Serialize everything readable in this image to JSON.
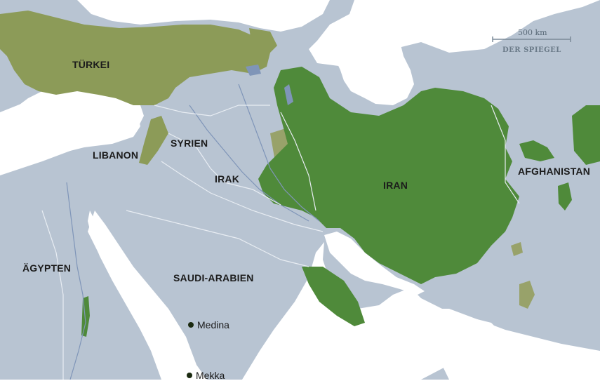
{
  "map": {
    "countries": [
      {
        "id": "tuerkei",
        "label": "TÜRKEI"
      },
      {
        "id": "syrien",
        "label": "SYRIEN"
      },
      {
        "id": "libanon",
        "label": "LIBANON"
      },
      {
        "id": "irak",
        "label": "IRAK"
      },
      {
        "id": "iran",
        "label": "IRAN"
      },
      {
        "id": "afghanistan",
        "label": "AFGHANISTAN"
      },
      {
        "id": "aegypten",
        "label": "ÄGYPTEN"
      },
      {
        "id": "saudi-arabien",
        "label": "SAUDI-ARABIEN"
      }
    ],
    "cities": [
      {
        "id": "medina",
        "label": "Medina"
      },
      {
        "id": "mekka",
        "label": "Mekka"
      }
    ],
    "scale_label": "500 km",
    "credit": "DER SPIEGEL",
    "colors": {
      "land": "#b8c4d2",
      "water": "#ffffff",
      "olive": "#8c9b58",
      "green": "#4f8a3a",
      "tan": "#98a26a",
      "border": "#e8edf3",
      "river": "#7f95b8"
    }
  }
}
